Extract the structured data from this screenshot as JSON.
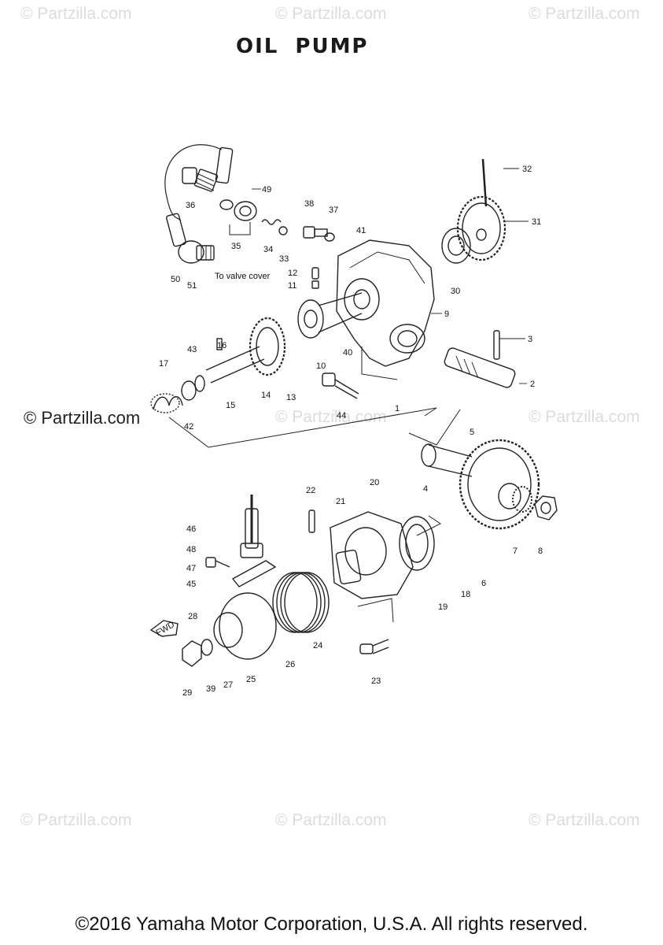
{
  "title": "OIL  PUMP",
  "watermark": "© Partzilla.com",
  "watermark_left": "© Partzilla.com",
  "copyright": "©2016 Yamaha Motor Corporation, U.S.A. All rights reserved.",
  "note_valve_cover": "To valve cover",
  "arrow_label": "FWD",
  "callouts": [
    "1",
    "2",
    "3",
    "4",
    "5",
    "6",
    "7",
    "8",
    "9",
    "10",
    "11",
    "12",
    "13",
    "14",
    "15",
    "16",
    "17",
    "19",
    "20",
    "21",
    "22",
    "23",
    "24",
    "25",
    "26",
    "27",
    "28",
    "29",
    "30",
    "31",
    "32",
    "33",
    "34",
    "35",
    "36",
    "37",
    "38",
    "39",
    "40",
    "41",
    "42",
    "43",
    "44",
    "45",
    "46",
    "47",
    "48",
    "49",
    "50",
    "51",
    "18"
  ]
}
